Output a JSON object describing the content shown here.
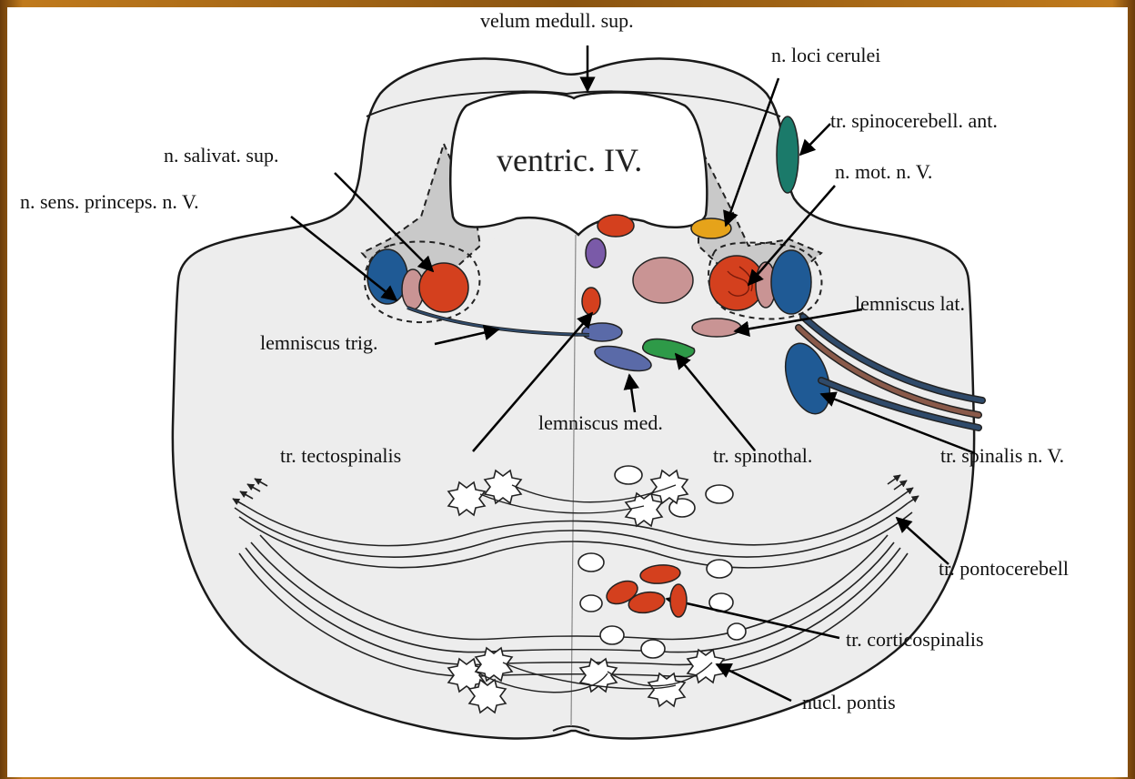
{
  "labels": {
    "velum": "velum medull. sup.",
    "loci_cerulei": "n. loci cerulei",
    "spinocerebell_ant": "tr. spinocerebell. ant.",
    "salivat_sup": "n. salivat. sup.",
    "mot_n_v": "n. mot. n. V.",
    "sens_princeps": "n. sens. princeps. n. V.",
    "lemniscus_lat": "lemniscus lat.",
    "lemniscus_trig": "lemniscus trig.",
    "lemniscus_med": "lemniscus med.",
    "tectospinalis": "tr. tectospinalis",
    "spinothal": "tr. spinothal.",
    "spinalis_n_v": "tr. spinalis n. V.",
    "pontocerebell": "tr. pontocerebell",
    "corticospinalis": "tr. corticospinalis",
    "nucl_pontis": "nucl. pontis",
    "ventric": "ventric. IV."
  },
  "colors": {
    "frame": "#8a5410",
    "section_fill": "#ececec",
    "tegmentum_gray": "#c9c9c9",
    "red_nucleus": "#d4401e",
    "blue_nucleus": "#1f5a95",
    "pink_nucleus": "#c99494",
    "teal_tract": "#1b7a6a",
    "green_tract": "#2e9a48",
    "purple_nucleus": "#7a5aa8",
    "slate_tract": "#5a6aa8",
    "orange_nucleus": "#e6a31a"
  }
}
